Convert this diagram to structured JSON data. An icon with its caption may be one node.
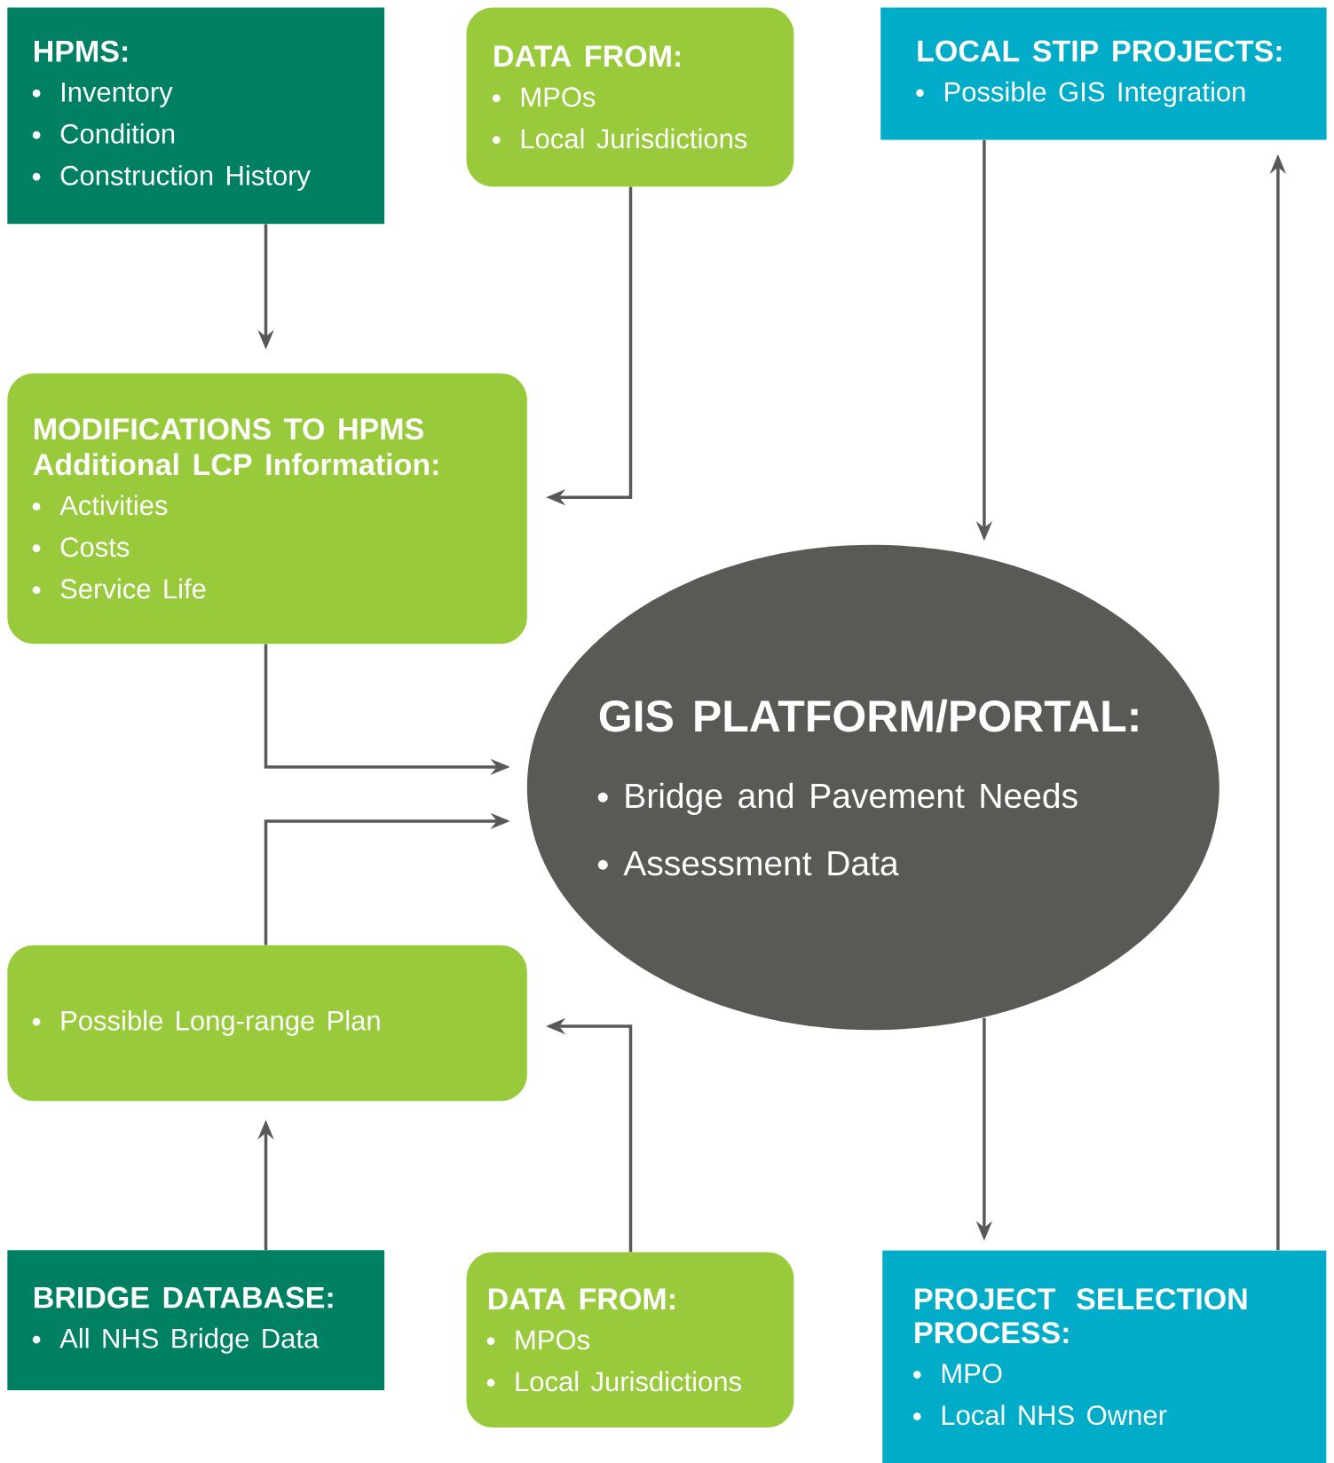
{
  "diagram": {
    "nodes": [
      {
        "text": [
          "HPMS:",
          "Inventory",
          "Condition",
          "Construction History"
        ]
      },
      {
        "text": [
          "DATA FROM:",
          "MPOs",
          "Local Jurisdictions"
        ]
      },
      {
        "text": [
          "LOCAL STIP PROJECTS:",
          "Possible GIS Integration"
        ]
      },
      {
        "text": [
          "MODIFICATIONS TO HPMS",
          "Additional LCP Information:",
          "Activities",
          "Costs",
          "Service Life"
        ]
      },
      {
        "text": [
          "GIS PLATFORM/PORTAL:",
          "Bridge and Pavement Needs",
          "Assessment Data"
        ]
      },
      {
        "text": [
          "Possible Long-range Plan"
        ]
      },
      {
        "text": [
          "BRIDGE DATABASE:",
          "All NHS Bridge Data"
        ]
      },
      {
        "text": [
          "DATA FROM:",
          "MPOs",
          "Local Jurisdictions"
        ]
      },
      {
        "text": [
          "PROJECT SELECTION PROCESS:",
          "MPO",
          "Local NHS Owner"
        ]
      }
    ],
    "edges": [
      {
        "from": 0,
        "to": 3,
        "arrow": "to"
      },
      {
        "from": 1,
        "to": 3,
        "arrow": "to"
      },
      {
        "from": 2,
        "to": 4,
        "arrow": "to"
      },
      {
        "from": 3,
        "to": 4,
        "arrow": "to"
      },
      {
        "from": 5,
        "to": 4,
        "arrow": "to"
      },
      {
        "from": 6,
        "to": 5,
        "arrow": "to"
      },
      {
        "from": 7,
        "to": 5,
        "arrow": "to"
      },
      {
        "from": 4,
        "to": 8,
        "arrow": "to"
      },
      {
        "from": 8,
        "to": 2,
        "arrow": "to"
      }
    ]
  }
}
